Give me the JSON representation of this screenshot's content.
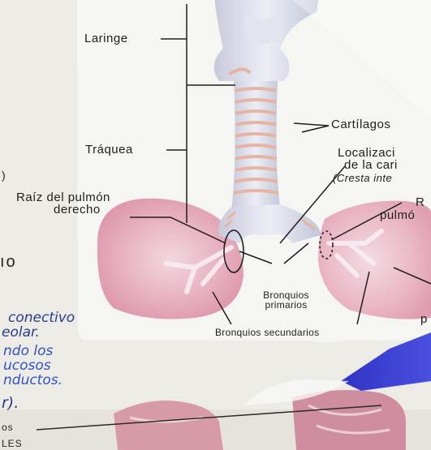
{
  "diagram": {
    "labels": {
      "laringe": "Laringe",
      "traquea": "Tráquea",
      "cartilagos": "Cartílagos",
      "localizacion_1": "Localizaci",
      "localizacion_2": "de la cari",
      "localizacion_3": "(Cresta inte",
      "raiz_1": "Raíz del pulmón",
      "raiz_2": "derecho",
      "right_r": "R",
      "right_pulmo": "pulmó",
      "bronquios_primarios_1": "Bronquios",
      "bronquios_primarios_2": "primarios",
      "bronquios_secundarios": "Bronquios secundarios",
      "right_p": "p"
    }
  },
  "notebook": {
    "left_edge": ")",
    "heading_fragment": "ıo",
    "handwriting": [
      "conectivo",
      "eolar.",
      "ndo los",
      "ucosos",
      "nductos.",
      "r)."
    ],
    "bottom_edge": [
      "os",
      "LES"
    ]
  },
  "colors": {
    "paper": "#f4f4f2",
    "lung_pink": "#e7a6b8",
    "trachea": "#d9dbe6",
    "cartilage_ring": "#e9b9a8",
    "pen_blue": "#2a3a8c",
    "folder_blue": "#3b3fd1"
  }
}
